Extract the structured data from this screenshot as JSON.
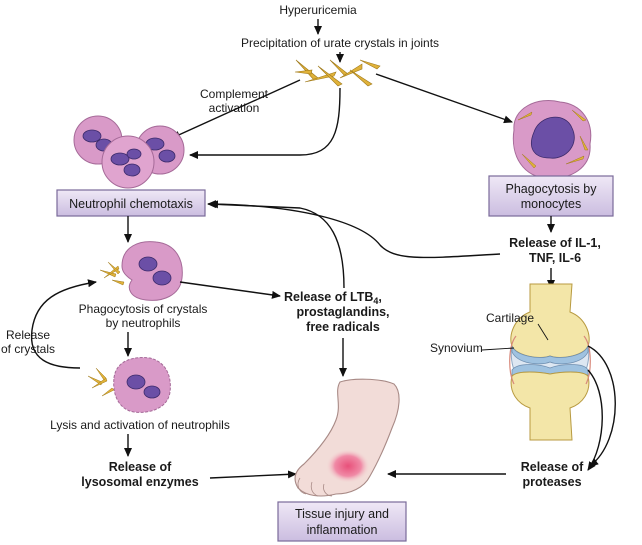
{
  "labels": {
    "hyperuricemia": "Hyperuricemia",
    "precipitation": "Precipitation of urate crystals in joints",
    "complement_1": "Complement",
    "complement_2": "activation",
    "neutrophil_chemotaxis": "Neutrophil chemotaxis",
    "phagocytosis_monocytes_1": "Phagocytosis by",
    "phagocytosis_monocytes_2": "monocytes",
    "release_il_1": "Release of IL-1,",
    "release_il_2": "TNF, IL-6",
    "phagocytosis_neutrophils_1": "Phagocytosis of crystals",
    "phagocytosis_neutrophils_2": "by neutrophils",
    "release_crystals_1": "Release",
    "release_crystals_2": "of crystals",
    "release_ltb_1": "Release of LTB",
    "release_ltb_sub": "4",
    "release_ltb_2": "prostaglandins,",
    "release_ltb_3": "free radicals",
    "cartilage": "Cartilage",
    "synovium": "Synovium",
    "lysis": "Lysis and activation of neutrophils",
    "release_lyso_1": "Release of",
    "release_lyso_2": "lysosomal enzymes",
    "release_prot_1": "Release of",
    "release_prot_2": "proteases",
    "tissue_injury_1": "Tissue injury and",
    "tissue_injury_2": "inflammation"
  },
  "colors": {
    "box_fill": "#d9cde8",
    "box_border": "#7a6a9a",
    "crystal": "#e0b23a",
    "cell_pink": "#d99ac8",
    "nucleus": "#6b4fa6",
    "bone": "#f3e6a8",
    "cartilage": "#9fc2e0",
    "skin": "#f2dcd8",
    "inflammation": "#e05a7a"
  }
}
